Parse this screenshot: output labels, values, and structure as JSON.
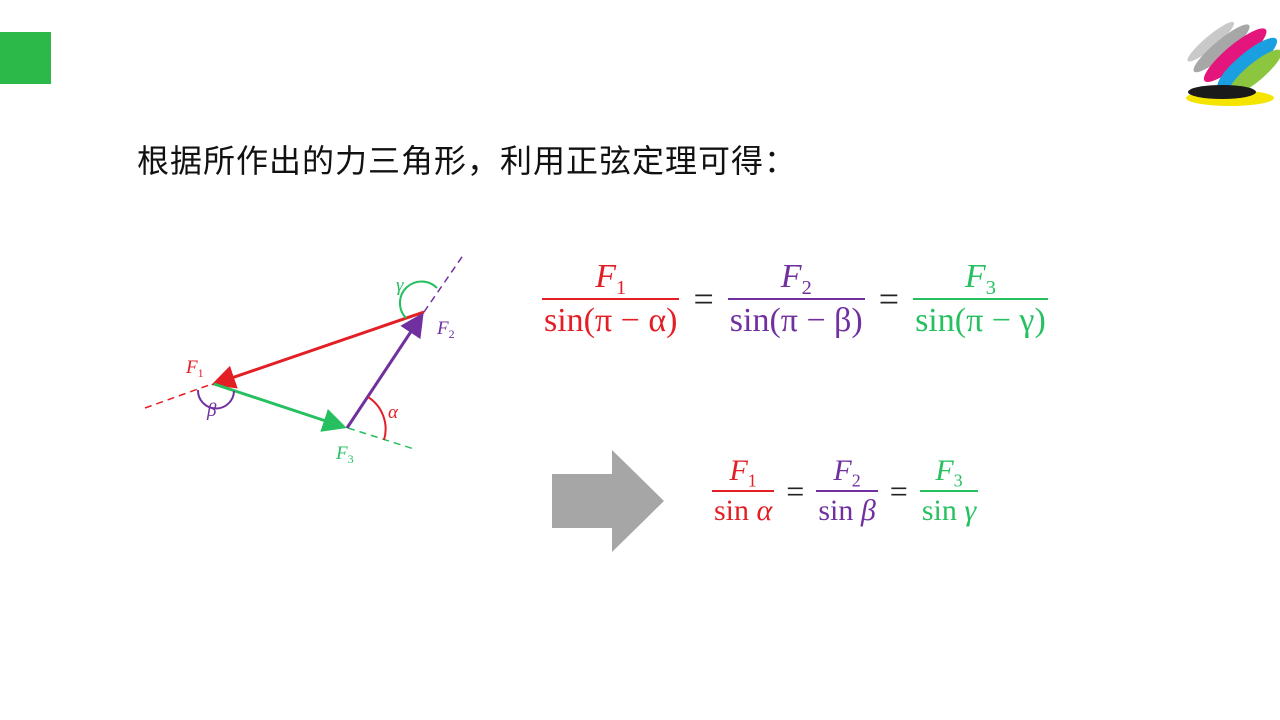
{
  "heading": "根据所作出的力三角形，利用正弦定理可得：",
  "colors": {
    "accent_green": "#2db84a",
    "red": "#e31e24",
    "purple": "#7030a0",
    "green": "#27c060",
    "arrow_gray": "#a6a6a6"
  },
  "diagram": {
    "labels": {
      "F1": "F",
      "F2": "F",
      "F3": "F",
      "sub1": "1",
      "sub2": "2",
      "sub3": "3",
      "alpha": "α",
      "beta": "β",
      "gamma": "γ"
    }
  },
  "formula1": {
    "num1": "F",
    "sub1": "1",
    "den1": "sin(π − α)",
    "num2": "F",
    "sub2": "2",
    "den2": "sin(π − β)",
    "num3": "F",
    "sub3": "3",
    "den3": "sin(π − γ)",
    "eq": "="
  },
  "formula2": {
    "num1": "F",
    "sub1": "1",
    "den1_fn": "sin ",
    "den1_var": "α",
    "num2": "F",
    "sub2": "2",
    "den2_fn": "sin ",
    "den2_var": "β",
    "num3": "F",
    "sub3": "3",
    "den3_fn": "sin ",
    "den3_var": "γ",
    "eq": "="
  }
}
